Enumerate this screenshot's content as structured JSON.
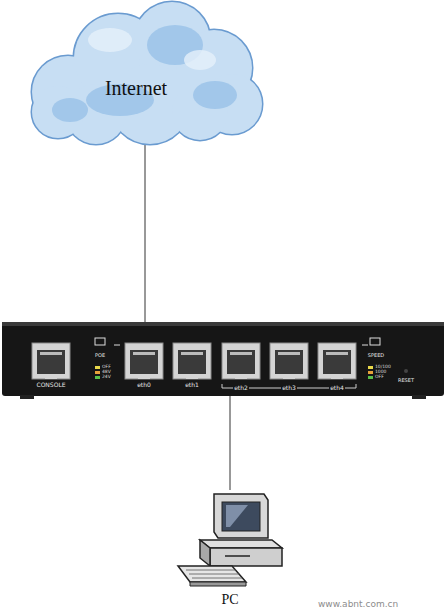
{
  "diagram": {
    "nodes": [
      {
        "text": [
          "Internet"
        ]
      },
      {
        "text": [
          "CONSOLE",
          "eth0",
          "eth1",
          "eth2",
          "eth3",
          "eth4",
          "POE",
          "SPEED",
          "RESET"
        ]
      },
      {
        "text": [
          "PC"
        ]
      }
    ],
    "edges": [
      {
        "from": 0,
        "to": 1,
        "arrow": "none"
      },
      {
        "from": 1,
        "to": 2,
        "arrow": "none"
      }
    ],
    "labels": [
      "OFF",
      "48V",
      "24V",
      "10/100",
      "1000",
      "OFF",
      "www.abnt.com.cn"
    ]
  }
}
